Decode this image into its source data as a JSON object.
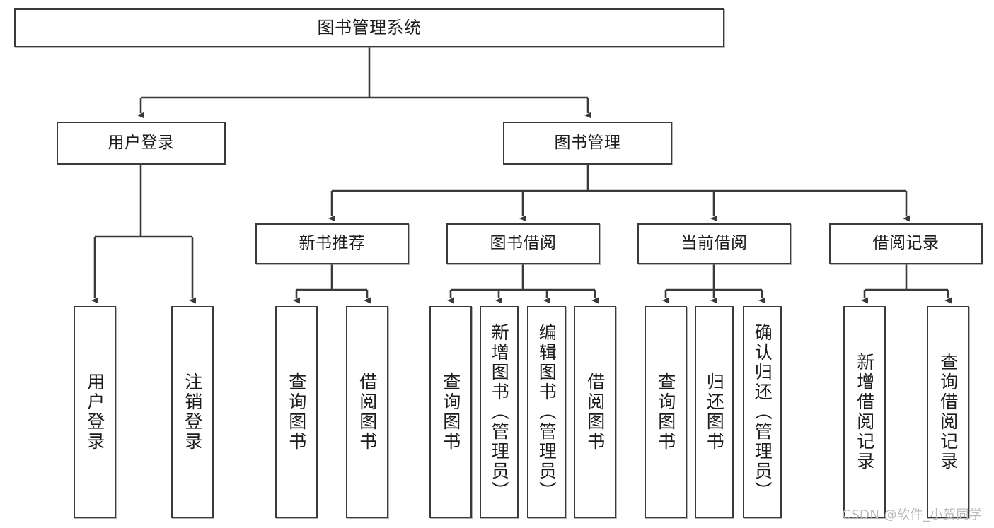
{
  "diagram": {
    "type": "tree-hierarchy",
    "title": "图书管理系统",
    "watermark": "CSDN @软件_小贺同学",
    "colors": {
      "node_border": "#3a3a3a",
      "node_fill": "#ffffff",
      "edge": "#3a3a3a",
      "text": "#1c1c1c",
      "watermark": "#b9b9b9",
      "background": "#ffffff"
    },
    "nodes": {
      "root": {
        "label": "图书管理系统",
        "level": 0,
        "orientation": "horizontal"
      },
      "user_login": {
        "label": "用户登录",
        "level": 1,
        "orientation": "horizontal"
      },
      "book_manage": {
        "label": "图书管理",
        "level": 1,
        "orientation": "horizontal"
      },
      "new_book_rec": {
        "label": "新书推荐",
        "level": 2,
        "orientation": "horizontal"
      },
      "book_borrow": {
        "label": "图书借阅",
        "level": 2,
        "orientation": "horizontal"
      },
      "current_borrow": {
        "label": "当前借阅",
        "level": 2,
        "orientation": "horizontal"
      },
      "borrow_record": {
        "label": "借阅记录",
        "level": 2,
        "orientation": "horizontal"
      },
      "leaf_user_login": {
        "label": "用户登录",
        "level": 2,
        "orientation": "vertical"
      },
      "leaf_logout": {
        "label": "注销登录",
        "level": 2,
        "orientation": "vertical"
      },
      "leaf_query_book_1": {
        "label": "查询图书",
        "level": 3,
        "orientation": "vertical"
      },
      "leaf_borrow_book_1": {
        "label": "借阅图书",
        "level": 3,
        "orientation": "vertical"
      },
      "leaf_query_book_2": {
        "label": "查询图书",
        "level": 3,
        "orientation": "vertical"
      },
      "leaf_add_book": {
        "label": "新增图书（管理员）",
        "level": 3,
        "orientation": "vertical"
      },
      "leaf_edit_book": {
        "label": "编辑图书（管理员）",
        "level": 3,
        "orientation": "vertical"
      },
      "leaf_borrow_book_2": {
        "label": "借阅图书",
        "level": 3,
        "orientation": "vertical"
      },
      "leaf_query_book_3": {
        "label": "查询图书",
        "level": 3,
        "orientation": "vertical"
      },
      "leaf_return_book": {
        "label": "归还图书",
        "level": 3,
        "orientation": "vertical"
      },
      "leaf_confirm_return": {
        "label": "确认归还（管理员）",
        "level": 3,
        "orientation": "vertical"
      },
      "leaf_add_record": {
        "label": "新增借阅记录",
        "level": 3,
        "orientation": "vertical"
      },
      "leaf_query_record": {
        "label": "查询借阅记录",
        "level": 3,
        "orientation": "vertical"
      }
    },
    "edges": [
      {
        "from": "root",
        "to": "user_login"
      },
      {
        "from": "root",
        "to": "book_manage"
      },
      {
        "from": "user_login",
        "to": "leaf_user_login"
      },
      {
        "from": "user_login",
        "to": "leaf_logout"
      },
      {
        "from": "book_manage",
        "to": "new_book_rec"
      },
      {
        "from": "book_manage",
        "to": "book_borrow"
      },
      {
        "from": "book_manage",
        "to": "current_borrow"
      },
      {
        "from": "book_manage",
        "to": "borrow_record"
      },
      {
        "from": "new_book_rec",
        "to": "leaf_query_book_1"
      },
      {
        "from": "new_book_rec",
        "to": "leaf_borrow_book_1"
      },
      {
        "from": "book_borrow",
        "to": "leaf_query_book_2"
      },
      {
        "from": "book_borrow",
        "to": "leaf_add_book"
      },
      {
        "from": "book_borrow",
        "to": "leaf_edit_book"
      },
      {
        "from": "book_borrow",
        "to": "leaf_borrow_book_2"
      },
      {
        "from": "current_borrow",
        "to": "leaf_query_book_3"
      },
      {
        "from": "current_borrow",
        "to": "leaf_return_book"
      },
      {
        "from": "current_borrow",
        "to": "leaf_confirm_return"
      },
      {
        "from": "borrow_record",
        "to": "leaf_add_record"
      },
      {
        "from": "borrow_record",
        "to": "leaf_query_record"
      }
    ]
  }
}
